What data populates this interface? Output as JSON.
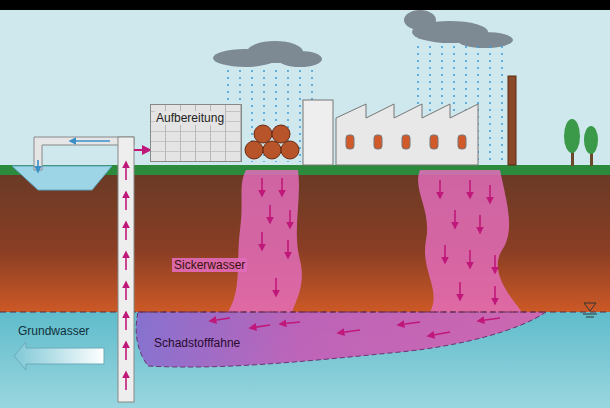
{
  "diagram": {
    "nodes": [
      {
        "text": [
          "Aufbereitung"
        ]
      }
    ],
    "labels": [
      "Sickerwasser",
      "Grundwasser",
      "Schadstofffahne"
    ]
  }
}
